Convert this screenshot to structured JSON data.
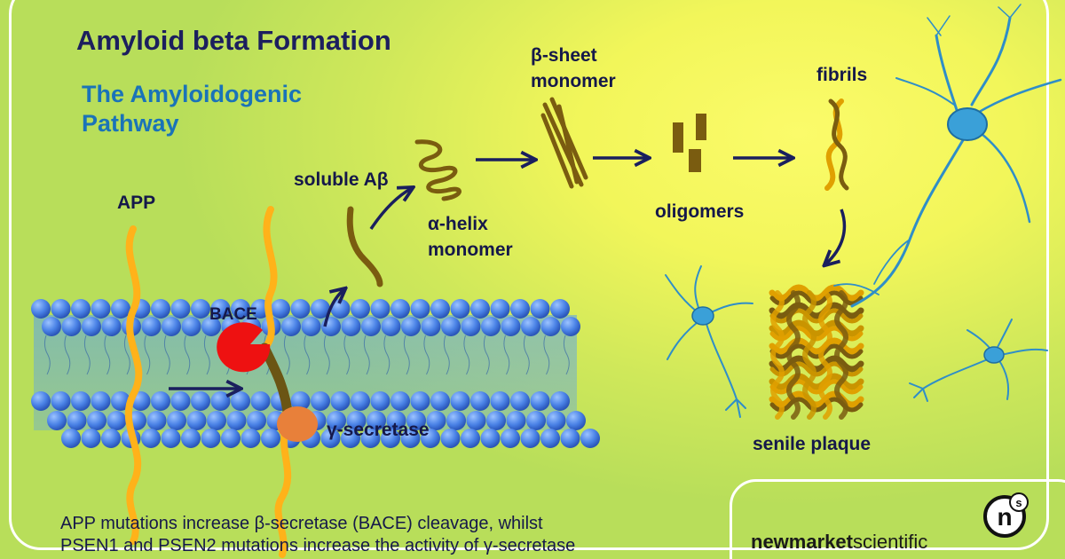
{
  "title": "Amyloid beta Formation",
  "subtitle_line1": "The Amyloidogenic",
  "subtitle_line2": "Pathway",
  "labels": {
    "app": "APP",
    "bace": "BACE",
    "gamma": "γ-secretase",
    "soluble": "soluble Aβ",
    "alpha_line1": "α-helix",
    "alpha_line2": "monomer",
    "beta_line1": "β-sheet",
    "beta_line2": "monomer",
    "oligomers": "oligomers",
    "fibrils": "fibrils",
    "plaque": "senile plaque"
  },
  "caption_line1": "APP mutations increase β-secretase (BACE) cleavage, whilst",
  "caption_line2": "PSEN1 and PSEN2 mutations increase the activity of γ-secretase",
  "brand": {
    "bold": "newmarket",
    "regular": "scientific",
    "mark_letter": "n",
    "mark_sup": "s"
  },
  "colors": {
    "membrane": "#3f7fe0",
    "app": "#ffb21a",
    "bace": "#ee1111",
    "gamma": "#e8803a",
    "amyloid": "#7a5c10",
    "arrow": "#1a1f5e",
    "neuron": "#3aa0d8"
  }
}
